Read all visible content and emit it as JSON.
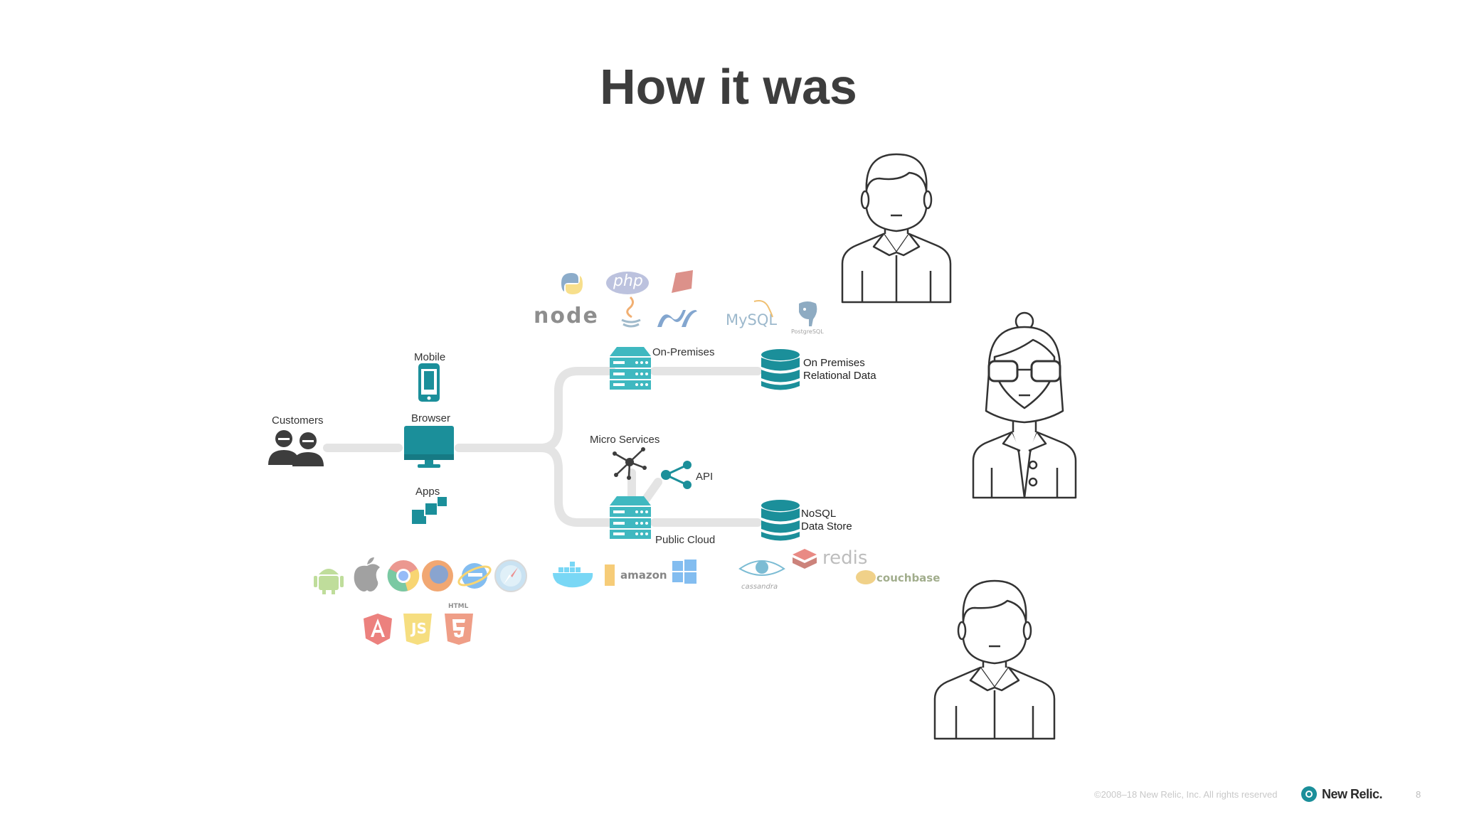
{
  "slide": {
    "title": "How it was",
    "labels": {
      "customers": "Customers",
      "mobile": "Mobile",
      "browser": "Browser",
      "apps": "Apps",
      "on_premises": "On-Premises",
      "micro_services": "Micro Services",
      "api": "API",
      "public_cloud": "Public Cloud",
      "on_premises_data_line1": "On Premises",
      "on_premises_data_line2": "Relational Data",
      "nosql_line1": "NoSQL",
      "nosql_line2": "Data Store"
    },
    "logos": {
      "php": "php",
      "node": "node",
      "mysql": "MySQL",
      "postgres": "PostgreSQL",
      "redis": "redis",
      "amazon": "amazon",
      "cassandra": "cassandra",
      "couchbase": "couchbase",
      "html": "HTML",
      "js": "JS"
    },
    "footer": {
      "copyright": "©2008–18 New Relic, Inc. All rights reserved",
      "brand": "New Relic.",
      "page": "8"
    },
    "colors": {
      "teal": "#1b8f9a",
      "dark_gray": "#3d3d3d",
      "line_gray": "#e3e3e3"
    }
  }
}
